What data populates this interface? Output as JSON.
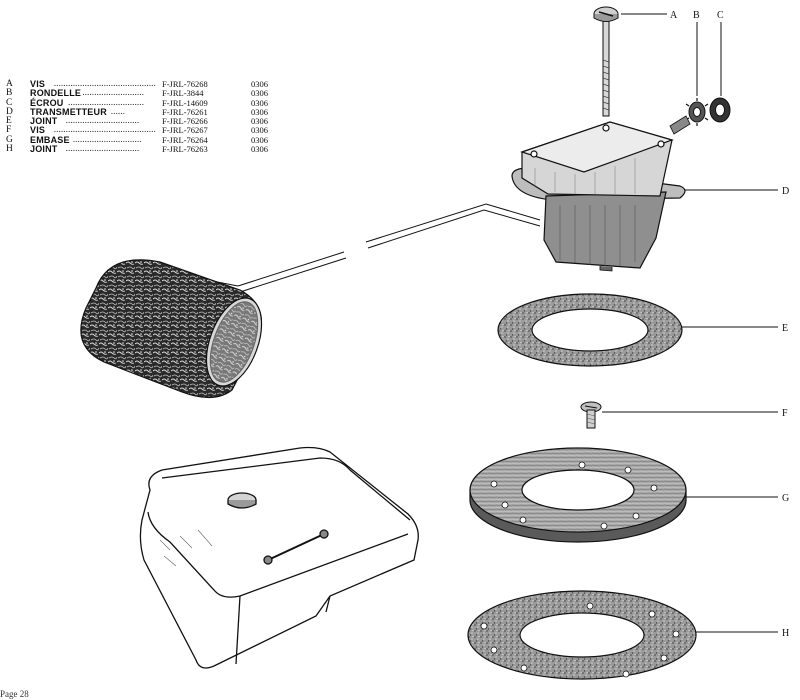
{
  "parts": [
    {
      "letter": "A",
      "name": "VIS",
      "ref": "F-JRL-76268",
      "code": "0306"
    },
    {
      "letter": "B",
      "name": "RONDELLE",
      "ref": "F-JRL-3844",
      "code": "0306"
    },
    {
      "letter": "C",
      "name": "ÉCROU",
      "ref": "F-JRL-14609",
      "code": "0306"
    },
    {
      "letter": "D",
      "name": "TRANSMETTEUR",
      "ref": "F-JRL-76261",
      "code": "0306"
    },
    {
      "letter": "E",
      "name": "JOINT",
      "ref": "F-JRL-76266",
      "code": "0306"
    },
    {
      "letter": "F",
      "name": "VIS",
      "ref": "F-JRL-76267",
      "code": "0306"
    },
    {
      "letter": "G",
      "name": "EMBASE",
      "ref": "F-JRL-76264",
      "code": "0306"
    },
    {
      "letter": "H",
      "name": "JOINT",
      "ref": "F-JRL-76263",
      "code": "0306"
    }
  ],
  "callouts": {
    "A": "A",
    "B": "B",
    "C": "C",
    "D": "D",
    "E": "E",
    "F": "F",
    "G": "G",
    "H": "H"
  },
  "footer": "Page 28",
  "colors": {
    "ink": "#111111",
    "paper": "#ffffff",
    "gasket": "#8a8a8a",
    "shadow": "#3a3a3a"
  }
}
